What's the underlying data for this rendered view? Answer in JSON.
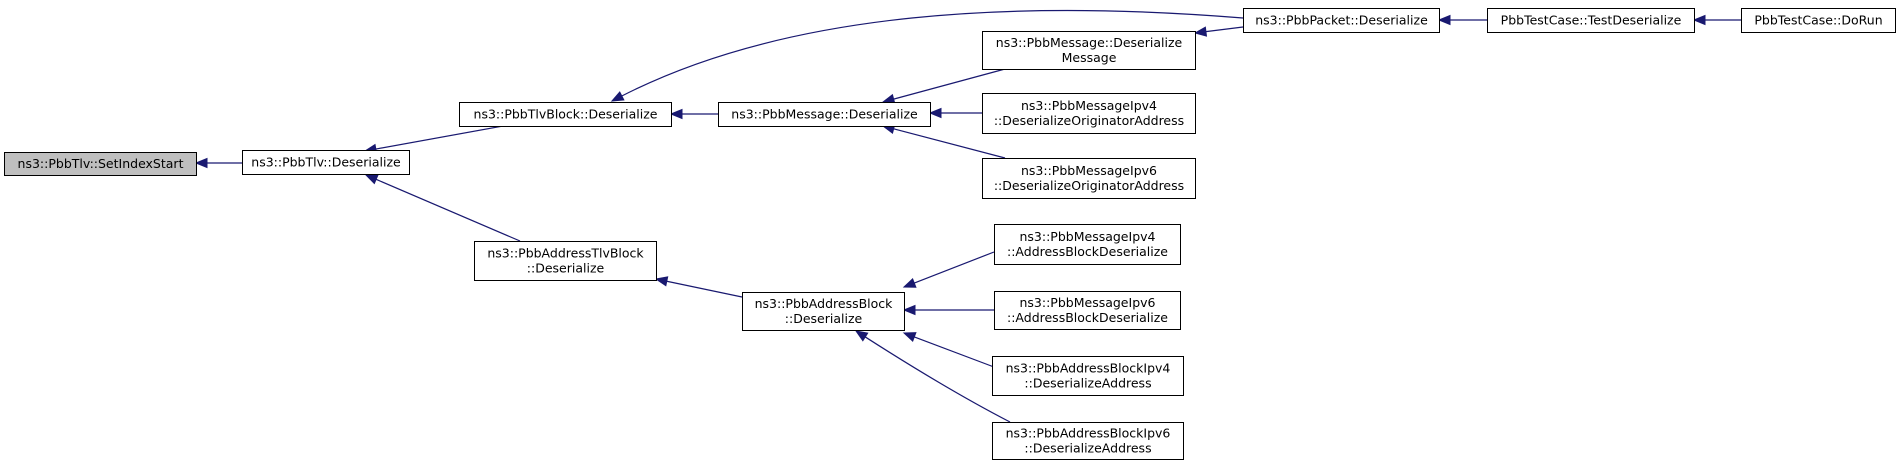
{
  "graph": {
    "nodes": {
      "n1": {
        "lines": [
          "ns3::PbbTlv::SetIndexStart"
        ],
        "current": true
      },
      "n2": {
        "lines": [
          "ns3::PbbTlv::Deserialize"
        ]
      },
      "n3": {
        "lines": [
          "ns3::PbbTlvBlock::Deserialize"
        ]
      },
      "n4": {
        "lines": [
          "ns3::PbbAddressTlvBlock",
          "::Deserialize"
        ]
      },
      "n5": {
        "lines": [
          "ns3::PbbPacket::Deserialize"
        ]
      },
      "n6": {
        "lines": [
          "ns3::PbbMessage::Deserialize"
        ]
      },
      "n7": {
        "lines": [
          "ns3::PbbAddressBlock",
          "::Deserialize"
        ]
      },
      "n8": {
        "lines": [
          "PbbTestCase::TestDeserialize"
        ]
      },
      "n9": {
        "lines": [
          "ns3::PbbMessage::Deserialize",
          "Message"
        ]
      },
      "n10": {
        "lines": [
          "ns3::PbbMessageIpv4",
          "::DeserializeOriginatorAddress"
        ]
      },
      "n11": {
        "lines": [
          "ns3::PbbMessageIpv6",
          "::DeserializeOriginatorAddress"
        ]
      },
      "n12": {
        "lines": [
          "ns3::PbbMessageIpv4",
          "::AddressBlockDeserialize"
        ]
      },
      "n13": {
        "lines": [
          "ns3::PbbMessageIpv6",
          "::AddressBlockDeserialize"
        ]
      },
      "n14": {
        "lines": [
          "ns3::PbbAddressBlockIpv4",
          "::DeserializeAddress"
        ]
      },
      "n15": {
        "lines": [
          "ns3::PbbAddressBlockIpv6",
          "::DeserializeAddress"
        ]
      },
      "n16": {
        "lines": [
          "PbbTestCase::DoRun"
        ]
      }
    },
    "edges": [
      {
        "from": "n2",
        "to": "n1"
      },
      {
        "from": "n3",
        "to": "n2"
      },
      {
        "from": "n4",
        "to": "n2"
      },
      {
        "from": "n5",
        "to": "n3"
      },
      {
        "from": "n6",
        "to": "n3"
      },
      {
        "from": "n7",
        "to": "n4"
      },
      {
        "from": "n8",
        "to": "n5"
      },
      {
        "from": "n9",
        "to": "n6"
      },
      {
        "from": "n10",
        "to": "n6"
      },
      {
        "from": "n11",
        "to": "n6"
      },
      {
        "from": "n12",
        "to": "n7"
      },
      {
        "from": "n13",
        "to": "n7"
      },
      {
        "from": "n14",
        "to": "n7"
      },
      {
        "from": "n15",
        "to": "n7"
      },
      {
        "from": "n16",
        "to": "n8"
      },
      {
        "from": "n9",
        "to": "n5"
      }
    ],
    "colors": {
      "edge": "#191970",
      "node_border": "#000000",
      "node_fill": "#ffffff",
      "current_node_fill": "#bfbfbf"
    }
  }
}
